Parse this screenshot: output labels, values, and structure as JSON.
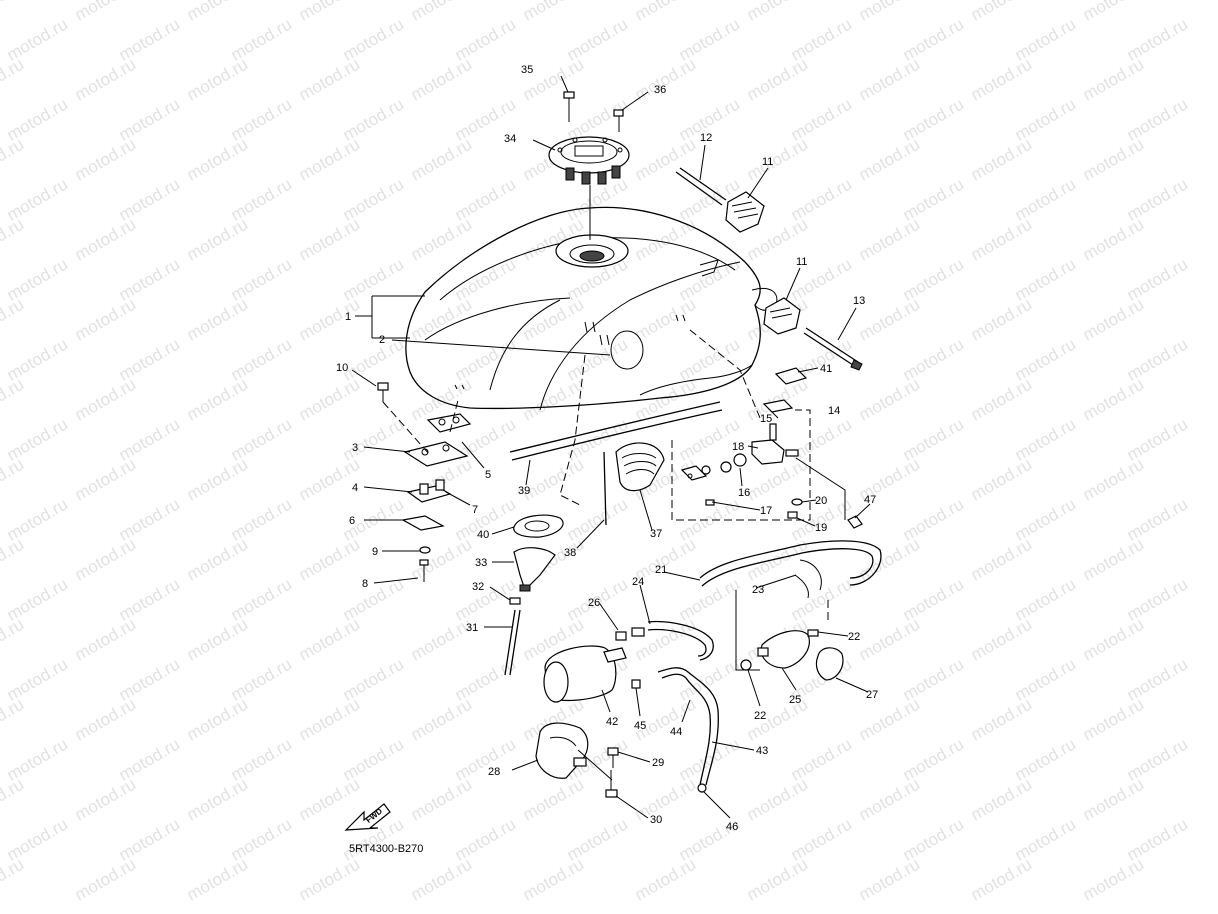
{
  "watermark": "motod.ru",
  "diagram_code": "5RT4300-B270",
  "fwd_label": "FWD",
  "callouts": [
    "1",
    "2",
    "3",
    "4",
    "5",
    "6",
    "7",
    "8",
    "9",
    "10",
    "11",
    "11",
    "12",
    "13",
    "14",
    "15",
    "16",
    "17",
    "18",
    "19",
    "20",
    "21",
    "22",
    "22",
    "23",
    "24",
    "25",
    "26",
    "27",
    "28",
    "29",
    "30",
    "31",
    "32",
    "33",
    "34",
    "35",
    "36",
    "37",
    "38",
    "39",
    "40",
    "41",
    "42",
    "43",
    "44",
    "45",
    "46",
    "47"
  ]
}
